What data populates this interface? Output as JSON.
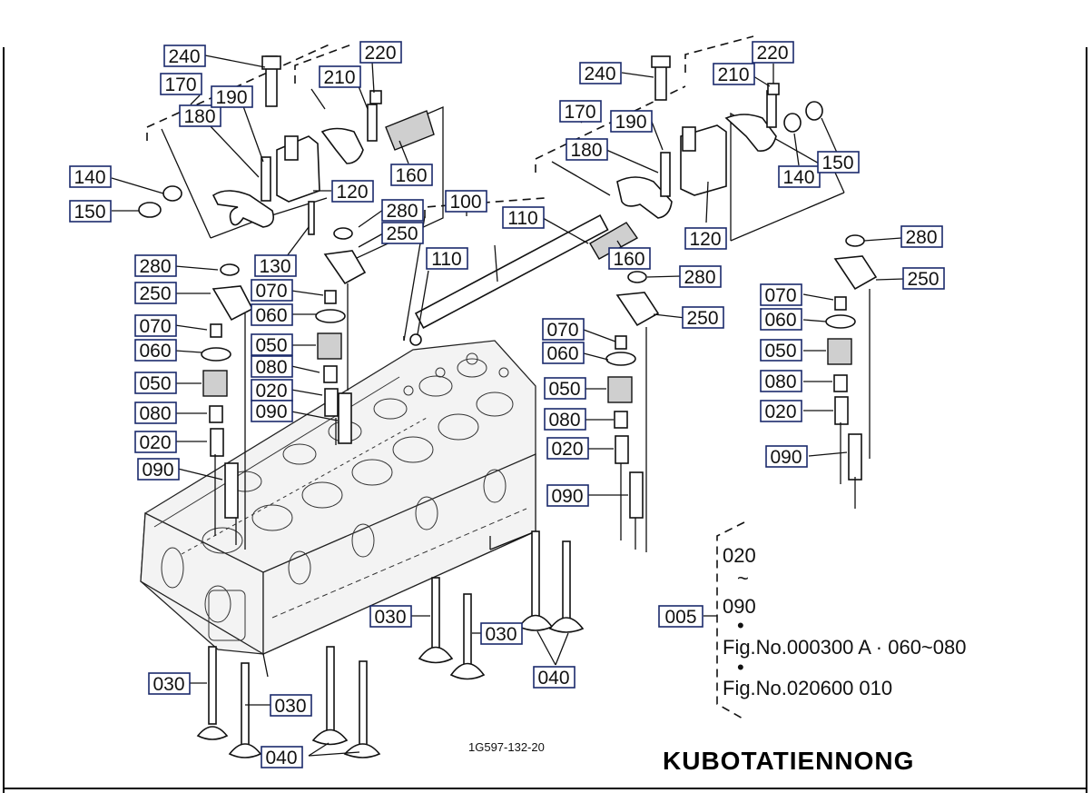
{
  "diagram": {
    "drawing_number": "1G597-132-20",
    "watermark": "KUBOTATIENNONG",
    "reference_note": {
      "group_label": "005",
      "range_start": "020",
      "range_symbol": "~",
      "range_end": "090",
      "bullet1": "•",
      "line1": "Fig.No.000300 A · 060~080",
      "bullet2": "•",
      "line2": "Fig.No.020600 010"
    },
    "callouts": {
      "c240a": "240",
      "c170a": "170",
      "c180a": "180",
      "c190a": "190",
      "c210a": "210",
      "c220a": "220",
      "c140a": "140",
      "c150a": "150",
      "c120a": "120",
      "c160a": "160",
      "c130": "130",
      "c280a": "280",
      "c250a": "250",
      "c280b": "280",
      "c250b": "250",
      "c070a": "070",
      "c060a": "060",
      "c050a": "050",
      "c080a": "080",
      "c020a": "020",
      "c090a": "090",
      "c070b": "070",
      "c060b": "060",
      "c050b": "050",
      "c080b": "080",
      "c020b": "020",
      "c090b": "090",
      "c100": "100",
      "c110a": "110",
      "c110b": "110",
      "c240b": "240",
      "c170b": "170",
      "c190b": "190",
      "c180b": "180",
      "c210b": "210",
      "c220b": "220",
      "c140b": "140",
      "c150b": "150",
      "c120b": "120",
      "c160b": "160",
      "c280c": "280",
      "c250c": "250",
      "c280d": "280",
      "c250d": "250",
      "c070c": "070",
      "c060c": "060",
      "c050c": "050",
      "c080c": "080",
      "c020c": "020",
      "c090c": "090",
      "c070d": "070",
      "c060d": "060",
      "c050d": "050",
      "c080d": "080",
      "c020d": "020",
      "c090d": "090",
      "c030a": "030",
      "c030b": "030",
      "c030c": "030",
      "c030d": "030",
      "c040a": "040",
      "c040b": "040"
    }
  }
}
